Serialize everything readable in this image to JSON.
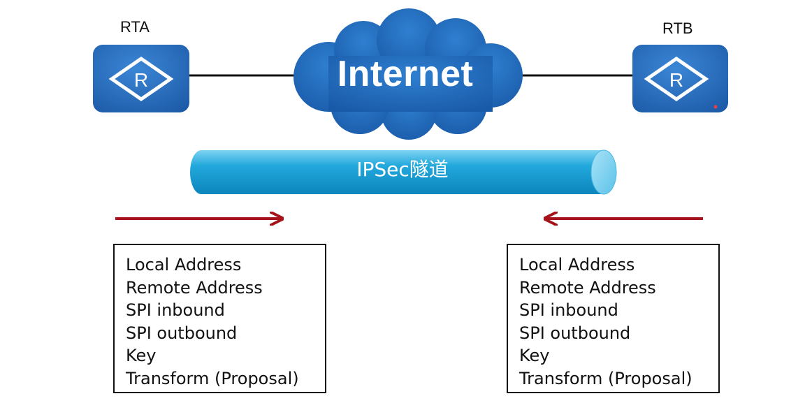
{
  "routers": {
    "left": {
      "name": "RTA",
      "symbol": "R",
      "color": "#1f63b5"
    },
    "right": {
      "name": "RTB",
      "symbol": "R",
      "color": "#1f63b5"
    }
  },
  "cloud": {
    "label": "Internet",
    "color": "#1f63b5"
  },
  "tunnel": {
    "label": "IPSec隧道",
    "color": "#1aa0d2"
  },
  "arrows": {
    "color": "#a5141a",
    "left": {
      "direction": "right"
    },
    "right": {
      "direction": "left"
    }
  },
  "sa_parameters": {
    "left": [
      "Local Address",
      "Remote Address",
      "SPI inbound",
      "SPI outbound",
      "Key",
      "Transform (Proposal)"
    ],
    "right": [
      "Local Address",
      "Remote Address",
      "SPI inbound",
      "SPI outbound",
      "Key",
      "Transform (Proposal)"
    ]
  }
}
